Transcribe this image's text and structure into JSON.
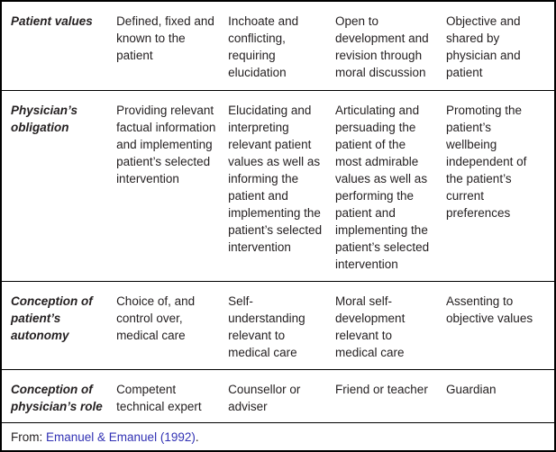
{
  "table": {
    "rows": [
      {
        "header": "Patient values",
        "cells": [
          "Defined, fixed and known to the patient",
          "Inchoate and conflicting, requiring elucidation",
          "Open to development and revision through moral discussion",
          "Objective and shared by physician and patient"
        ]
      },
      {
        "header": "Physician’s obligation",
        "cells": [
          "Providing relevant factual information and implementing patient’s selected intervention",
          "Elucidating and interpreting relevant patient values as well as informing the patient and implementing the patient’s selected intervention",
          "Articulating and persuading the patient of the most admirable values as well as performing the patient and implementing the patient’s selected intervention",
          "Promoting the patient’s wellbeing independent of the patient’s current preferences"
        ]
      },
      {
        "header": "Conception of patient’s autonomy",
        "cells": [
          "Choice of, and control over, medical care",
          "Self-understanding relevant to medical care",
          "Moral self-development relevant to medical care",
          "Assenting to objective values"
        ]
      },
      {
        "header": "Conception of physician’s role",
        "cells": [
          "Competent technical expert",
          "Counsellor or adviser",
          "Friend or teacher",
          "Guardian"
        ]
      }
    ]
  },
  "footer": {
    "prefix": "From: ",
    "link": "Emanuel & Emanuel (1992)",
    "suffix": "."
  },
  "colors": {
    "text": "#231f20",
    "border": "#000000",
    "link": "#3232b4",
    "background": "#ffffff"
  }
}
